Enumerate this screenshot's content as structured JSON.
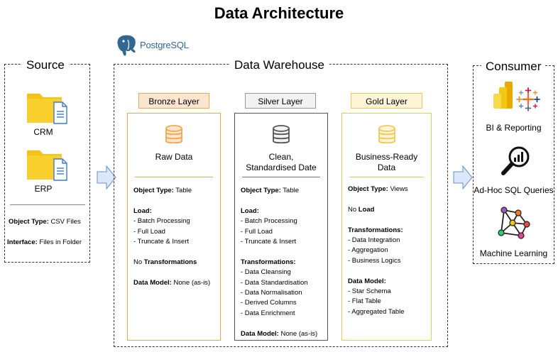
{
  "title": "Data Architecture",
  "postgres_logo": {
    "text": "PostgreSQL"
  },
  "source": {
    "title": "Source",
    "items": [
      {
        "label": "CRM"
      },
      {
        "label": "ERP"
      }
    ],
    "object_type_key": "Object Type:",
    "object_type_value": " CSV Files",
    "interface_key": "Interface:",
    "interface_value": " Files in Folder"
  },
  "warehouse": {
    "title": "Data Warehouse",
    "layers": [
      {
        "label": "Bronze Layer",
        "heading": [
          "Raw Data"
        ],
        "object_type_key": "Object Type:",
        "object_type_value": " Table",
        "load_key": "Load:",
        "load_items": [
          "- Batch Processing",
          "- Full Load",
          "- Truncate & Insert"
        ],
        "transformations_prefix": "No ",
        "transformations_key": "Transformations",
        "data_model_key": "Data Model:",
        "data_model_value": " None (as-is)"
      },
      {
        "label": "Silver Layer",
        "heading": [
          "Clean,",
          "Standardised Date"
        ],
        "object_type_key": "Object Type:",
        "object_type_value": " Table",
        "load_key": "Load:",
        "load_items": [
          "- Batch Processing",
          "- Full Load",
          "- Truncate & Insert"
        ],
        "transformations_key": "Transformations:",
        "transformations_items": [
          "- Data Cleansing",
          "- Data Standardisation",
          "- Data Normalisation",
          "- Derived Columns",
          "- Data Enrichment"
        ],
        "data_model_key": "Data Model:",
        "data_model_value": " None (as-is)"
      },
      {
        "label": "Gold Layer",
        "heading": [
          "Business-Ready",
          "Data"
        ],
        "object_type_key": "Object Type:",
        "object_type_value": " Views",
        "load_prefix": "No ",
        "load_key": "Load",
        "transformations_key": "Transformations:",
        "transformations_items": [
          "- Data Integration",
          "- Aggregation",
          "- Business Logics"
        ],
        "data_model_key": "Data Model:",
        "data_model_items": [
          "- Star Schema",
          "- Flat Table",
          "- Aggregated Table"
        ]
      }
    ]
  },
  "consumer": {
    "title": "Consumer",
    "items": [
      {
        "label": "BI & Reporting"
      },
      {
        "label": "Ad-Hoc SQL Queries"
      },
      {
        "label": "Machine Learning"
      }
    ]
  },
  "colors": {
    "bronze": "#f5a64a",
    "bronze_fill": "#fde6cf",
    "silver": "#555555",
    "silver_fill": "#f2f2f2",
    "gold": "#f0c85a",
    "gold_fill": "#fef4d6",
    "arrow_fill": "#dbe8fb",
    "arrow_stroke": "#6c8ebf",
    "folder": "#f5c318"
  }
}
